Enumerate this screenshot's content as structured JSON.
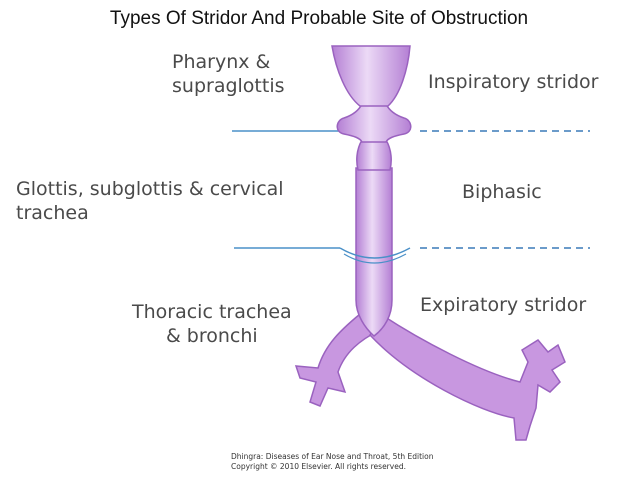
{
  "title": "Types Of Stridor And Probable Site of Obstruction",
  "regions": [
    {
      "site_lines": [
        "Pharynx &",
        "supraglottis"
      ],
      "stridor": "Inspiratory stridor"
    },
    {
      "site_lines": [
        "Glottis, subglottis & cervical",
        "trachea"
      ],
      "stridor": "Biphasic"
    },
    {
      "site_lines": [
        "Thoracic trachea",
        "& bronchi"
      ],
      "stridor": "Expiratory stridor"
    }
  ],
  "credit": {
    "line1": "Dhingra: Diseases of Ear Nose and Throat, 5th Edition",
    "line2": "Copyright © 2010 Elsevier. All rights reserved."
  },
  "colors": {
    "airway_fill": "#c897e0",
    "airway_highlight": "#ecdaf6",
    "airway_outline": "#9a62bf",
    "divider_solid": "#4a90c8",
    "divider_dashed": "#3a7ab8",
    "label_text": "#4a4a4a"
  }
}
